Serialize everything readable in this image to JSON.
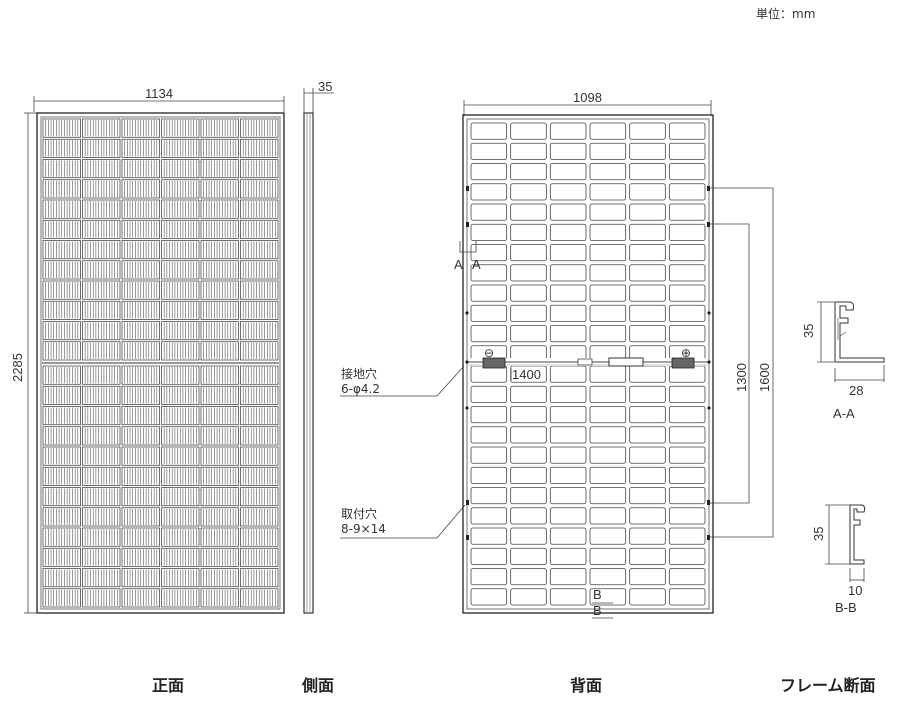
{
  "unit_label": "単位：mm",
  "front": {
    "width_label": "1134",
    "height_label": "2285",
    "caption": "正面"
  },
  "side": {
    "thickness_label": "35",
    "caption": "側面"
  },
  "back": {
    "width_label": "1098",
    "junction_span_label": "1400",
    "mount_span_inner_label": "1300",
    "mount_span_outer_label": "1600",
    "section_a_left": "A",
    "section_a_right": "A",
    "section_b_top": "B",
    "section_b_bottom": "B",
    "negative_symbol": "⊖",
    "positive_symbol": "⊕",
    "grounding_title": "接地穴",
    "grounding_spec": "6-φ4.2",
    "mounting_title": "取付穴",
    "mounting_spec": "8-9×14",
    "caption": "背面"
  },
  "frame_section": {
    "aa_height_label": "35",
    "aa_width_label": "28",
    "aa_caption": "A-A",
    "bb_height_label": "35",
    "bb_width_label": "10",
    "bb_caption": "B-B",
    "caption": "フレーム断面"
  }
}
